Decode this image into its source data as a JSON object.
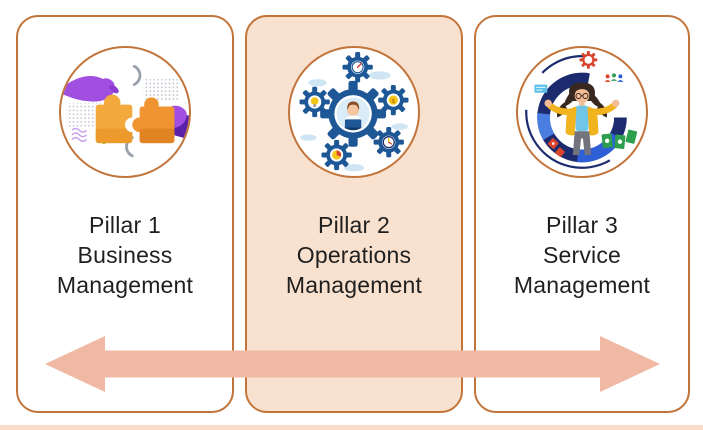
{
  "pillars": [
    {
      "id": "pillar-1",
      "icon": "puzzle-teamwork-illustration",
      "lines": [
        "Pillar 1",
        "Business",
        "Management"
      ],
      "highlighted": false
    },
    {
      "id": "pillar-2",
      "icon": "gears-operations-illustration",
      "lines": [
        "Pillar 2",
        "Operations",
        "Management"
      ],
      "highlighted": true
    },
    {
      "id": "pillar-3",
      "icon": "service-woman-illustration",
      "lines": [
        "Pillar 3",
        "Service",
        "Management"
      ],
      "highlighted": false
    }
  ],
  "arrow": {
    "type": "double-headed-horizontal-arrow"
  },
  "colors": {
    "card_border": "#c2743a",
    "highlight_bg": "#f8e1ce",
    "arrow_fill": "#f1b8a3",
    "text": "#1f1f1f",
    "bottom_strip": "#f8ddcb",
    "gear_blue": "#1d5796",
    "puzzle_orange": "#f3a93c",
    "hand_purple": "#a14fe0",
    "jacket_yellow": "#f1b41f",
    "ring_navy": "#1c2b6e"
  }
}
